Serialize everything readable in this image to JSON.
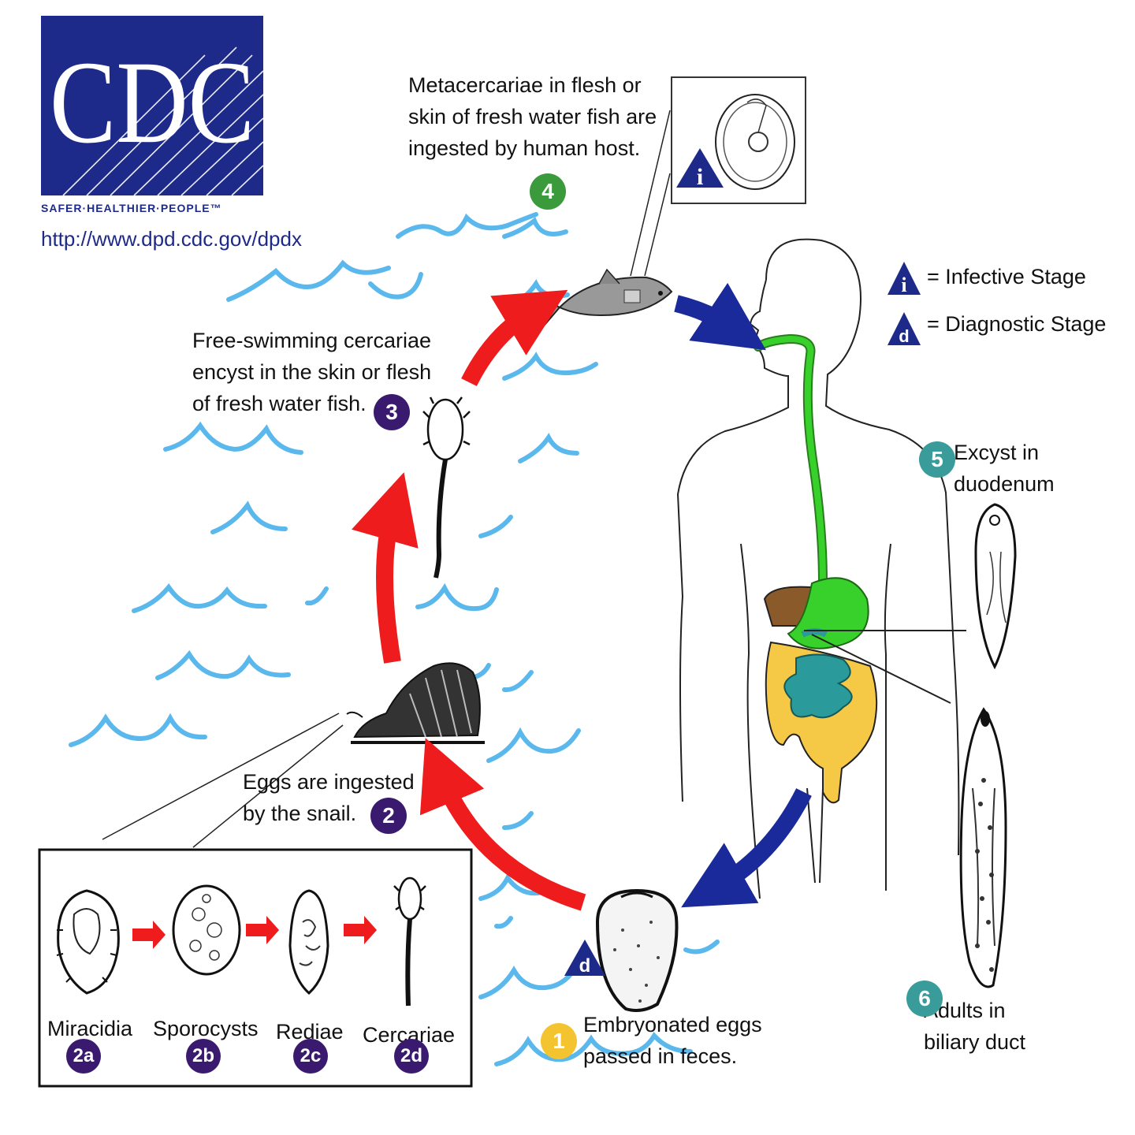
{
  "logo": {
    "letters": "CDC",
    "tagline": "SAFER·HEALTHIER·PEOPLE™",
    "url": "http://www.dpd.cdc.gov/dpdx"
  },
  "colors": {
    "logo_blue": "#1d2a8a",
    "water": "#5ab8ec",
    "red_arrow": "#ee1c1c",
    "blue_arrow": "#1a2a9a",
    "stage1": "#f4c430",
    "stage2": "#3a1a6e",
    "stage3": "#3a1a6e",
    "stage4": "#3b9a3b",
    "stage5": "#3a9b9b",
    "stage6": "#3a9b9b",
    "esophagus": "#38d02a",
    "intestine": "#f5c845",
    "small_intestine": "#2b9a9a",
    "liver": "#8a5a2a"
  },
  "legend": {
    "infective_symbol": "i",
    "infective_label": "= Infective Stage",
    "diagnostic_symbol": "d",
    "diagnostic_label": "= Diagnostic Stage"
  },
  "stages": {
    "s1": {
      "num": "1",
      "text": "Embryonated eggs\npassed in feces.",
      "marker": "d"
    },
    "s2": {
      "num": "2",
      "text": "Eggs are ingested\nby the snail."
    },
    "s3": {
      "num": "3",
      "text": "Free-swimming cercariae\nencyst in the skin or flesh\nof fresh water fish."
    },
    "s4": {
      "num": "4",
      "text": "Metacercariae in flesh or\nskin of fresh water fish are\ningested by human host.",
      "marker": "i"
    },
    "s5": {
      "num": "5",
      "text": "Excyst in\nduodenum"
    },
    "s6": {
      "num": "6",
      "text": "Adults in\nbiliary duct"
    }
  },
  "substages": [
    {
      "label": "Miracidia",
      "num": "2a"
    },
    {
      "label": "Sporocysts",
      "num": "2b"
    },
    {
      "label": "Rediae",
      "num": "2c"
    },
    {
      "label": "Cercariae",
      "num": "2d"
    }
  ]
}
